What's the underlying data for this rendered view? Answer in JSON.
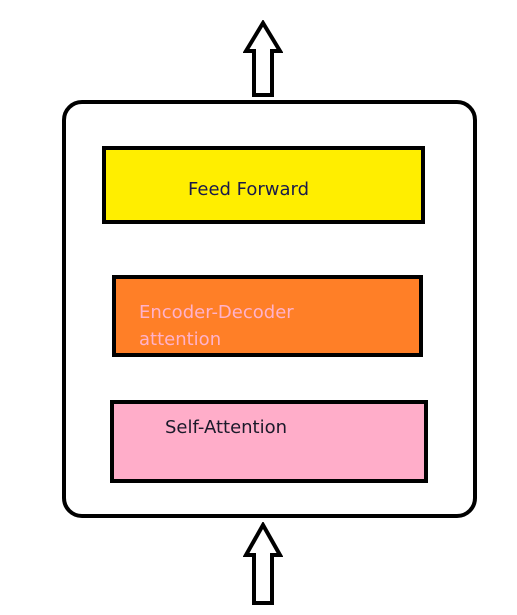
{
  "diagram": {
    "layers": {
      "feed_forward": "Feed Forward",
      "encoder_decoder_attention_line1": "Encoder-Decoder",
      "encoder_decoder_attention_line2": "attention",
      "self_attention": "Self-Attention"
    },
    "colors": {
      "feed_forward_fill": "#ffee00",
      "encoder_decoder_fill": "#ff7f27",
      "encoder_decoder_text": "#ffb2cc",
      "self_attention_fill": "#ffadc9",
      "outline": "#000000"
    },
    "icons": {
      "output_arrow": "arrow-up-icon",
      "input_arrow": "arrow-up-icon"
    }
  }
}
